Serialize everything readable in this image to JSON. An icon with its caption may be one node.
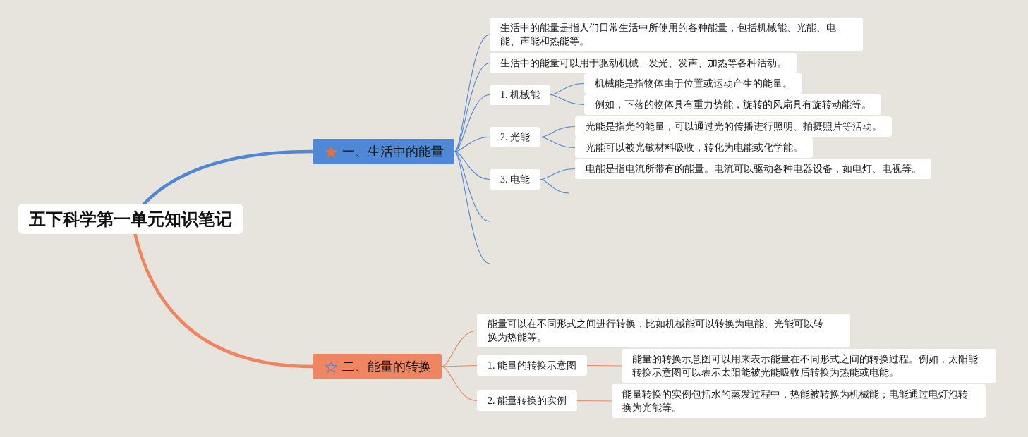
{
  "diagram": {
    "nodes": [
      {
        "text": [
          "五下科学第一单元知识笔记"
        ]
      },
      {
        "text": [
          "一、生活中的能量"
        ]
      },
      {
        "text": [
          "生活中的能量是指人们日常生活中所使用的各种能量，包括机械能、光能、电能、声能和热能等。"
        ]
      },
      {
        "text": [
          "生活中的能量可以用于驱动机械、发光、发声、加热等各种活动。"
        ]
      },
      {
        "text": [
          "1. 机械能"
        ]
      },
      {
        "text": [
          "机械能是指物体由于位置或运动产生的能量。"
        ]
      },
      {
        "text": [
          "例如，下落的物体具有重力势能，旋转的风扇具有旋转动能等。"
        ]
      },
      {
        "text": [
          "2. 光能"
        ]
      },
      {
        "text": [
          "光能是指光的能量，可以通过光的传播进行照明、拍摄照片等活动。"
        ]
      },
      {
        "text": [
          "光能可以被光敏材料吸收，转化为电能或化学能。"
        ]
      },
      {
        "text": [
          "3. 电能"
        ]
      },
      {
        "text": [
          "电能是指电流所带有的能量。电流可以驱动各种电器设备，如电灯、电视等。"
        ]
      },
      {
        "text": [
          "二、能量的转换"
        ]
      },
      {
        "text": [
          "能量可以在不同形式之间进行转换，比如机械能可以转换为电能、光能可以转换为热能等。"
        ]
      },
      {
        "text": [
          "1. 能量的转换示意图"
        ]
      },
      {
        "text": [
          "能量的转换示意图可以用来表示能量在不同形式之间的转换过程。例如，太阳能转换示意图可以表示太阳能被光能吸收后转换为热能或电能。"
        ]
      },
      {
        "text": [
          "2. 能量转换的实例"
        ]
      },
      {
        "text": [
          "能量转换的实例包括水的蒸发过程中，热能被转换为机械能；电能通过电灯泡转换为光能等。"
        ]
      }
    ],
    "edges": [
      {
        "from": 0,
        "to": 1,
        "arrow": "none",
        "style": "thick"
      },
      {
        "from": 1,
        "to": 2,
        "arrow": "none"
      },
      {
        "from": 1,
        "to": 3,
        "arrow": "none"
      },
      {
        "from": 1,
        "to": 4,
        "arrow": "none"
      },
      {
        "from": 4,
        "to": 5,
        "arrow": "none"
      },
      {
        "from": 4,
        "to": 6,
        "arrow": "none"
      },
      {
        "from": 1,
        "to": 7,
        "arrow": "none"
      },
      {
        "from": 7,
        "to": 8,
        "arrow": "none"
      },
      {
        "from": 7,
        "to": 9,
        "arrow": "none"
      },
      {
        "from": 1,
        "to": 10,
        "arrow": "none"
      },
      {
        "from": 10,
        "to": 11,
        "arrow": "none"
      },
      {
        "from": 10,
        "to": null,
        "arrow": "none"
      },
      {
        "from": 1,
        "to": null,
        "arrow": "none"
      },
      {
        "from": 1,
        "to": null,
        "arrow": "none"
      },
      {
        "from": 0,
        "to": 12,
        "arrow": "none",
        "style": "thick",
        "color": "#f0845f"
      },
      {
        "from": 12,
        "to": 13,
        "arrow": "none",
        "color": "#f0845f"
      },
      {
        "from": 12,
        "to": 14,
        "arrow": "none",
        "color": "#f0845f"
      },
      {
        "from": 14,
        "to": 15,
        "arrow": "none",
        "color": "#f0845f"
      },
      {
        "from": 12,
        "to": 16,
        "arrow": "none",
        "color": "#f0845f"
      },
      {
        "from": 16,
        "to": 17,
        "arrow": "none",
        "color": "#f0845f"
      }
    ]
  }
}
